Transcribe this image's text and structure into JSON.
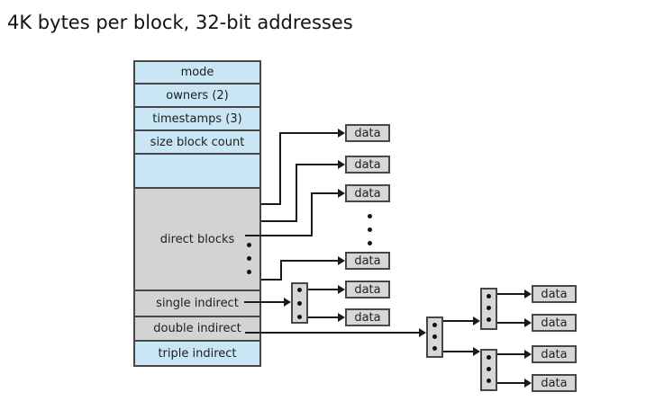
{
  "title": "4K bytes per block, 32-bit addresses",
  "inode_table": {
    "rows": [
      {
        "id": "mode",
        "label": "mode"
      },
      {
        "id": "owners",
        "label": "owners (2)"
      },
      {
        "id": "timestamps",
        "label": "timestamps (3)"
      },
      {
        "id": "size-block-count",
        "label": "size block count"
      },
      {
        "id": "spacer",
        "label": ""
      },
      {
        "id": "direct-blocks",
        "label": "direct blocks"
      },
      {
        "id": "single-indirect",
        "label": "single indirect"
      },
      {
        "id": "double-indirect",
        "label": "double indirect"
      },
      {
        "id": "triple-indirect",
        "label": "triple indirect"
      }
    ]
  },
  "data_block_label": "data",
  "colors": {
    "row_blue": "#c9e6f5",
    "row_gray": "#d3d3d3",
    "box_gray": "#d7d7d7",
    "border": "#474747",
    "line": "#1a1a1a"
  }
}
